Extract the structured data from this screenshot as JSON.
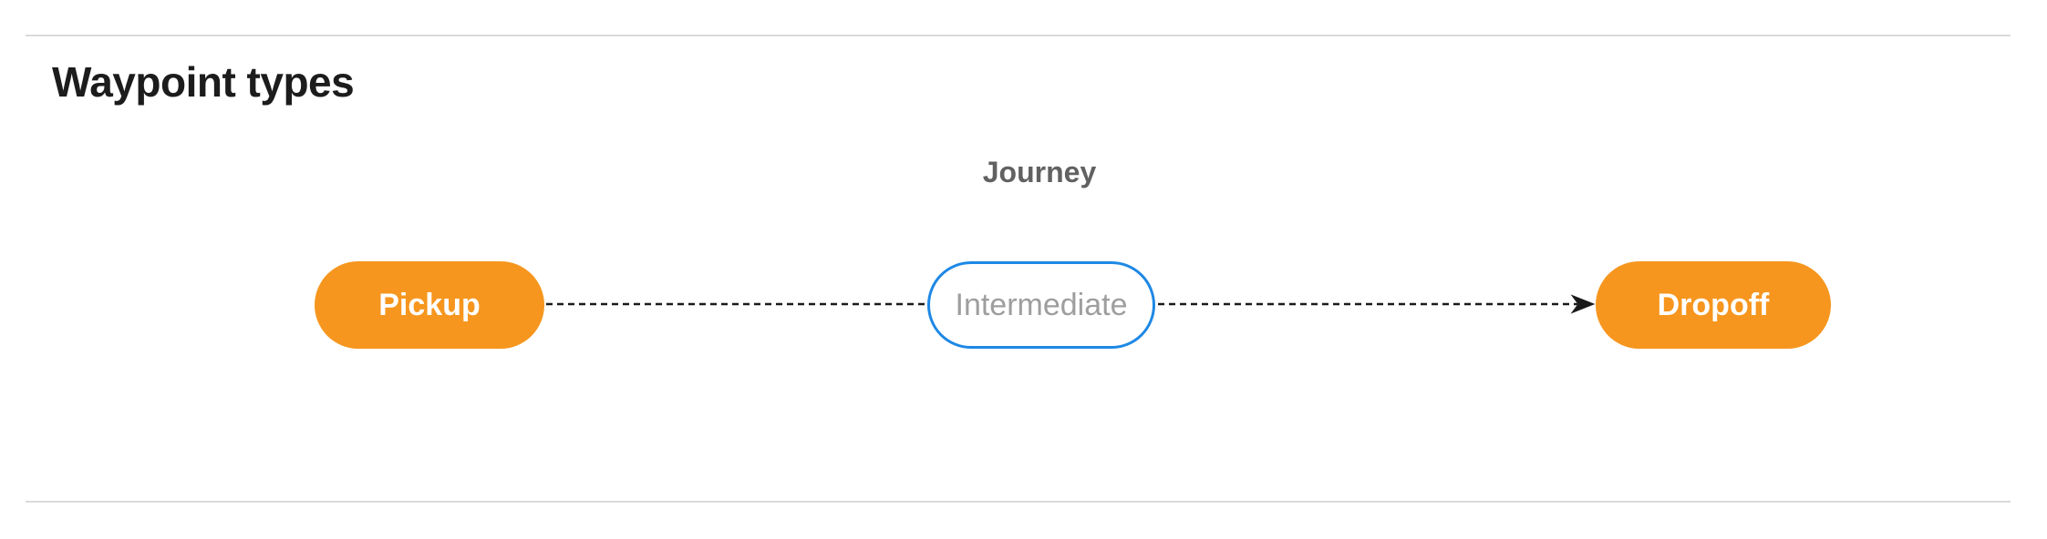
{
  "page": {
    "title": "Waypoint types"
  },
  "diagram": {
    "label": "Journey",
    "nodes": [
      {
        "id": "pickup",
        "label": "Pickup",
        "type": "terminal"
      },
      {
        "id": "intermediate",
        "label": "Intermediate",
        "type": "intermediate"
      },
      {
        "id": "dropoff",
        "label": "Dropoff",
        "type": "terminal"
      }
    ],
    "edges": [
      {
        "from": "pickup",
        "to": "intermediate",
        "style": "dashed",
        "arrow": false
      },
      {
        "from": "intermediate",
        "to": "dropoff",
        "style": "dashed",
        "arrow": true
      }
    ],
    "colors": {
      "terminal_fill": "#F6961E",
      "terminal_text": "#FFFFFF",
      "intermediate_border": "#1E88E5",
      "intermediate_fill": "#FFFFFF",
      "intermediate_text": "#9E9E9E",
      "label_text": "#616161",
      "title_text": "#1C1C1C",
      "edge_color": "#1A1A1A",
      "divider_color": "#DADADA"
    }
  }
}
